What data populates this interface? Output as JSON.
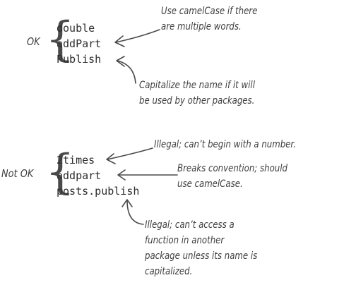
{
  "ok_group": {
    "label": "OK",
    "names": [
      "double",
      "addPart",
      "Publish"
    ],
    "notes": [
      {
        "lines": [
          "Use camelCase if there",
          "are multiple words."
        ]
      },
      {
        "lines": [
          "Capitalize the name if it will",
          "be used by other packages."
        ]
      }
    ]
  },
  "not_ok_group": {
    "label": "Not OK",
    "names": [
      "2times",
      "addpart",
      "posts.publish"
    ],
    "notes": [
      {
        "lines": [
          "Illegal; can’t begin with a number."
        ]
      },
      {
        "lines": [
          "Breaks convention; should",
          "use camelCase."
        ]
      },
      {
        "lines": [
          "Illegal; can’t access a",
          "function in another",
          "package unless its name is",
          "capitalized."
        ]
      }
    ]
  }
}
